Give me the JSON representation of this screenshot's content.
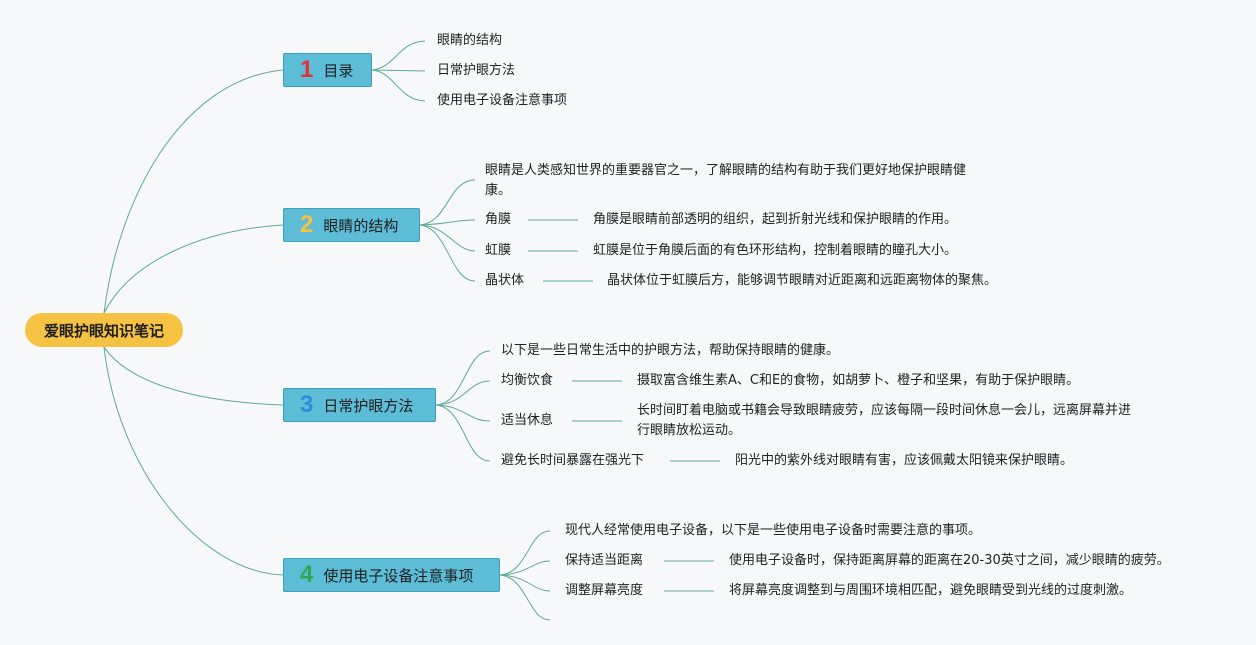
{
  "root": {
    "label": "爱眼护眼知识笔记"
  },
  "colors": {
    "root": "#f6c243",
    "branch": "#5dbcd6",
    "line": "#5ea898",
    "num1": "#e0303a",
    "num2": "#f6c243",
    "num3": "#2c8fd6",
    "num4": "#2fa84f"
  },
  "branches": [
    {
      "num": "1",
      "label": "目录",
      "items": [
        "眼睛的结构",
        "日常护眼方法",
        "使用电子设备注意事项"
      ]
    },
    {
      "num": "2",
      "label": "眼睛的结构",
      "intro": "眼睛是人类感知世界的重要器官之一，了解眼睛的结构有助于我们更好地保护眼睛健康。",
      "items": [
        {
          "term": "角膜",
          "desc": "角膜是眼睛前部透明的组织，起到折射光线和保护眼睛的作用。"
        },
        {
          "term": "虹膜",
          "desc": "虹膜是位于角膜后面的有色环形结构，控制着眼睛的瞳孔大小。"
        },
        {
          "term": "晶状体",
          "desc": "晶状体位于虹膜后方，能够调节眼睛对近距离和远距离物体的聚焦。"
        }
      ]
    },
    {
      "num": "3",
      "label": "日常护眼方法",
      "intro": "以下是一些日常生活中的护眼方法，帮助保持眼睛的健康。",
      "items": [
        {
          "term": "均衡饮食",
          "desc": "摄取富含维生素A、C和E的食物，如胡萝卜、橙子和坚果，有助于保护眼睛。"
        },
        {
          "term": "适当休息",
          "desc": "长时间盯着电脑或书籍会导致眼睛疲劳，应该每隔一段时间休息一会儿，远离屏幕并进行眼睛放松运动。"
        },
        {
          "term": "避免长时间暴露在强光下",
          "desc": "阳光中的紫外线对眼睛有害，应该佩戴太阳镜来保护眼睛。"
        }
      ]
    },
    {
      "num": "4",
      "label": "使用电子设备注意事项",
      "intro": "现代人经常使用电子设备，以下是一些使用电子设备时需要注意的事项。",
      "items": [
        {
          "term": "保持适当距离",
          "desc": "使用电子设备时，保持距离屏幕的距离在20-30英寸之间，减少眼睛的疲劳。"
        },
        {
          "term": "调整屏幕亮度",
          "desc": "将屏幕亮度调整到与周围环境相匹配，避免眼睛受到光线的过度刺激。"
        }
      ]
    }
  ]
}
